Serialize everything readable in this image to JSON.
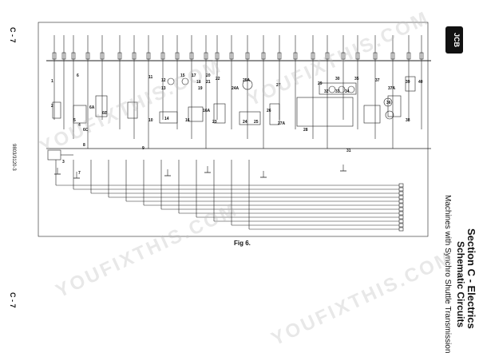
{
  "page_label_top": "C - 7",
  "page_label_bottom": "C - 7",
  "doc_ref": "9803/3120-3",
  "section_title": "Section C - Electrics",
  "sub_title": "Schematic Circuits",
  "description": "Machines with Synchro Shuttle Transmission",
  "figure_label": "Fig 6.",
  "logo_text": "JCB",
  "watermark_text": "YOUFIXTHIS.COM",
  "component_labels": [
    "1",
    "2",
    "3",
    "4",
    "5",
    "6",
    "6A",
    "6B",
    "6C",
    "7",
    "8",
    "9",
    "10",
    "11",
    "12",
    "13",
    "14",
    "15",
    "16",
    "16A",
    "17",
    "18",
    "19",
    "20",
    "21",
    "22",
    "23",
    "24",
    "24A",
    "25",
    "25A",
    "26",
    "27",
    "27A",
    "28",
    "29",
    "30",
    "31",
    "32",
    "33",
    "34",
    "35",
    "36",
    "37",
    "37A",
    "38",
    "39",
    "40"
  ],
  "colors": {
    "line": "#222222",
    "text": "#111111",
    "watermark": "#bdbdbd"
  }
}
